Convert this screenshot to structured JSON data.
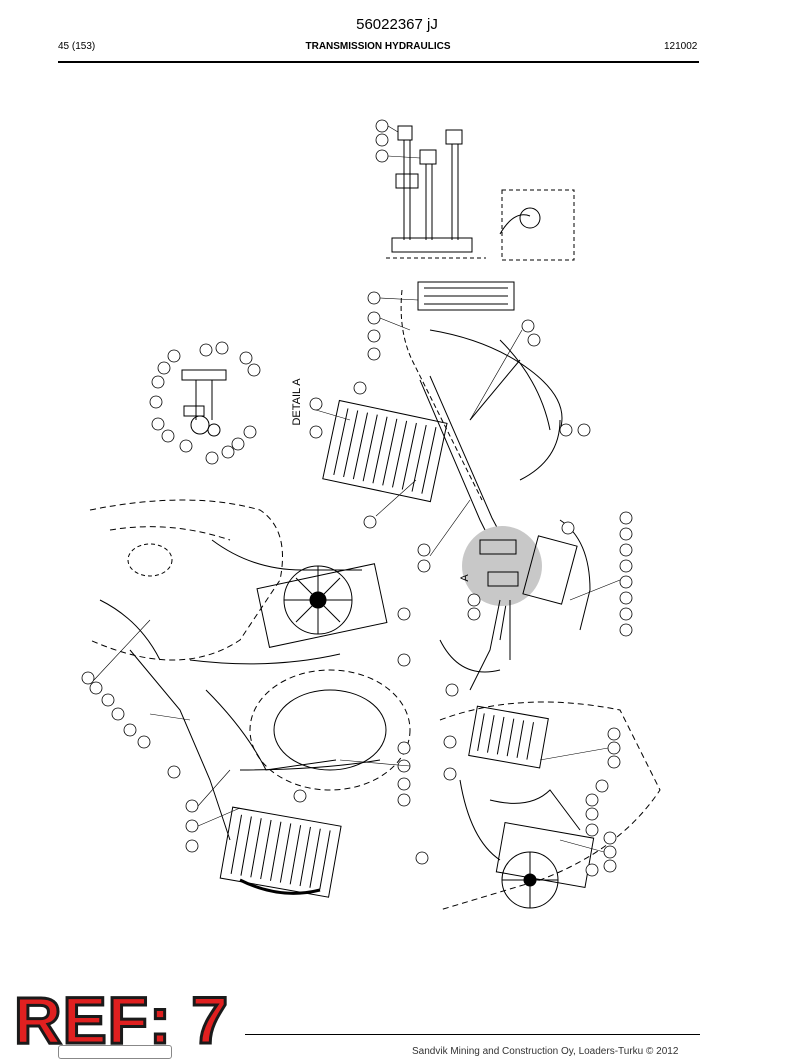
{
  "header": {
    "doc_number": "56022367 jJ",
    "page": "45 (153)",
    "section_title": "TRANSMISSION HYDRAULICS",
    "date_code": "121002"
  },
  "stamp": {
    "text": "REF: 7"
  },
  "footer": {
    "copyright": "Sandvik Mining and Construction Oy, Loaders-Turku © 2012"
  },
  "drawing": {
    "detail_label": "DETAIL A",
    "section_label": "A"
  }
}
